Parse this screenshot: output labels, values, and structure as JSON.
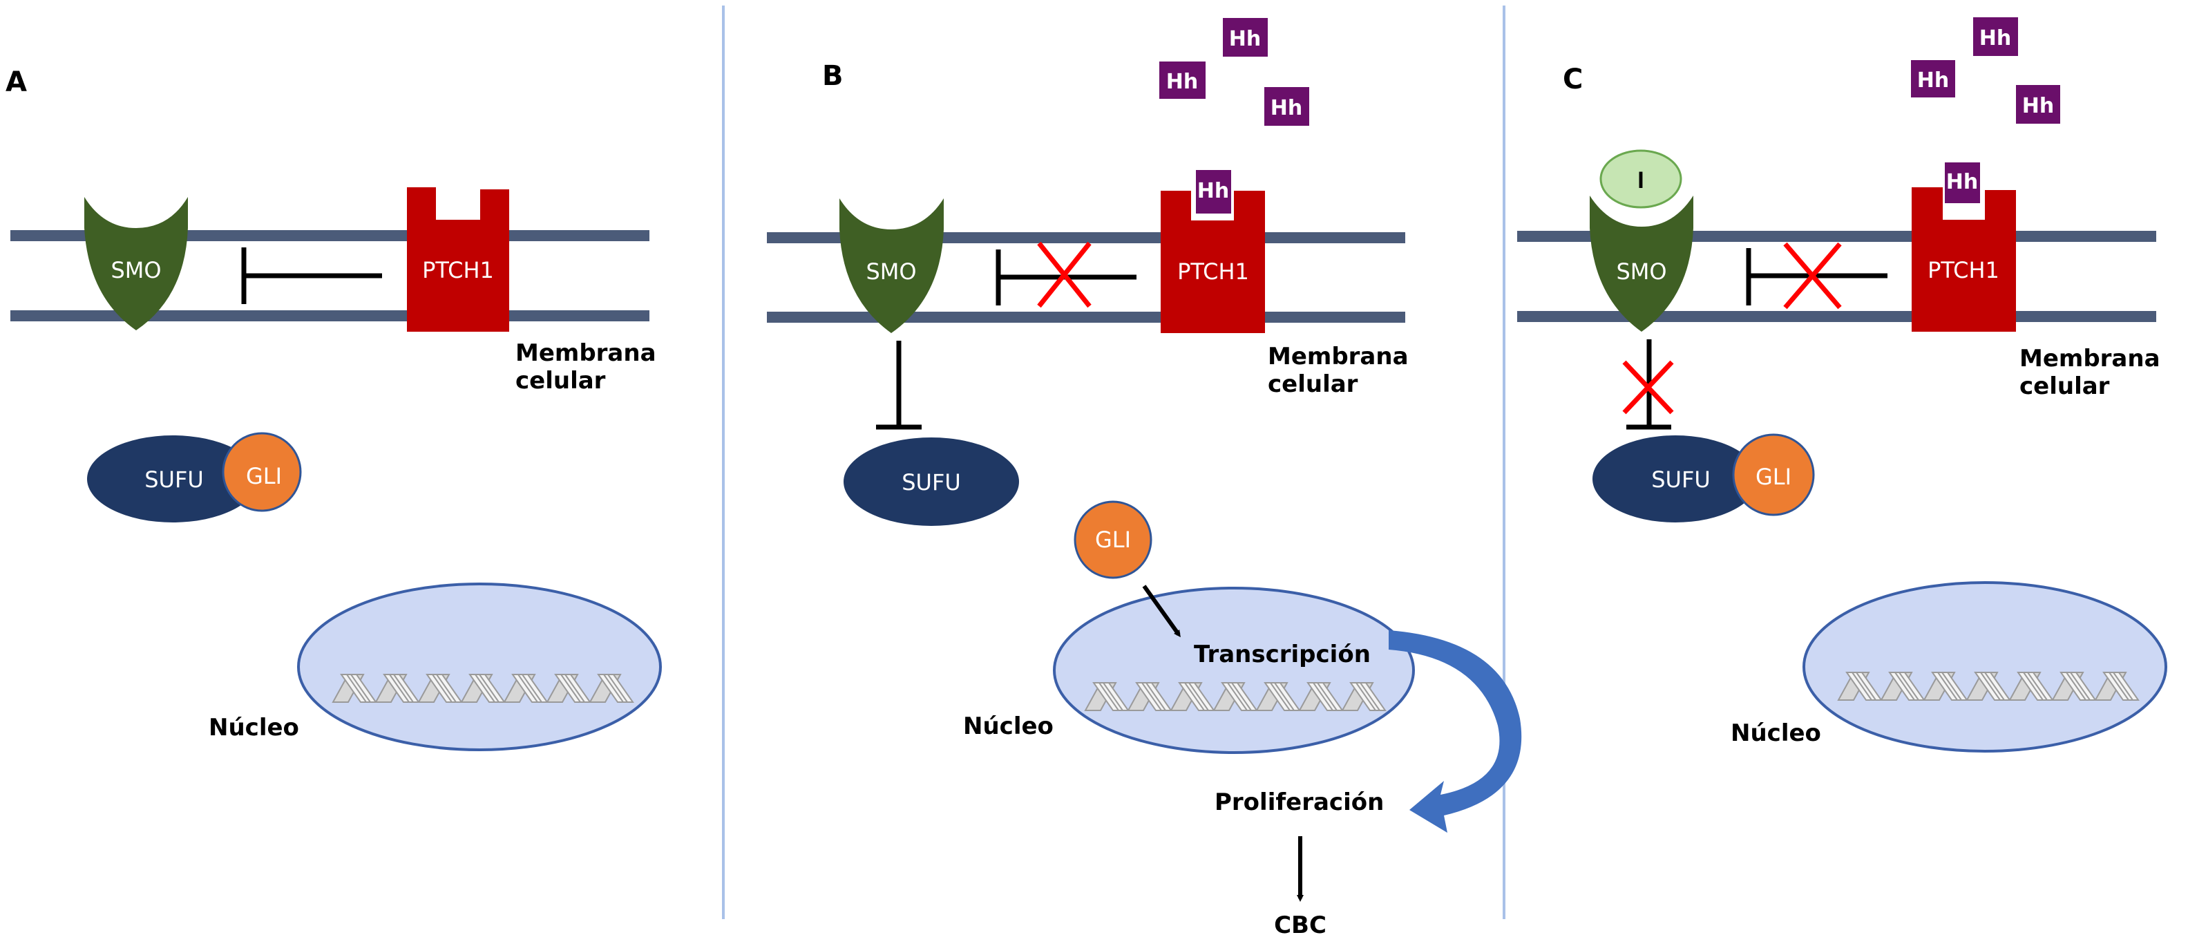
{
  "colors": {
    "membrane": "#4b5b79",
    "smo": "#3f5f24",
    "ptch1": "#c00000",
    "hh": "#6a0f6a",
    "sufu": "#1f3864",
    "gli": "#ed7d31",
    "nucleus_fill": "#cdd8f4",
    "nucleus_stroke": "#3b5fa8",
    "inhibitor_bubble": "#c6e5b3",
    "block_x": "#ff0000",
    "curved_arrow": "#3f6fbf",
    "divider": "#a9c1e8"
  },
  "panels": [
    {
      "letter": "A",
      "smo_label": "SMO",
      "ptch1_label": "PTCH1",
      "membrane_label_line1": "Membrana",
      "membrane_label_line2": "celular",
      "sufu_label": "SUFU",
      "gli_label": "GLI",
      "nucleus_label": "Núcleo"
    },
    {
      "letter": "B",
      "smo_label": "SMO",
      "ptch1_label": "PTCH1",
      "hh_label": "Hh",
      "membrane_label_line1": "Membrana",
      "membrane_label_line2": "celular",
      "sufu_label": "SUFU",
      "gli_label": "GLI",
      "nucleus_label": "Núcleo",
      "transcription_label": "Transcripción",
      "proliferation_label": "Proliferación",
      "outcome_label": "CBC"
    },
    {
      "letter": "C",
      "smo_label": "SMO",
      "ptch1_label": "PTCH1",
      "hh_label": "Hh",
      "inhibitor_label": "I",
      "membrane_label_line1": "Membrana",
      "membrane_label_line2": "celular",
      "sufu_label": "SUFU",
      "gli_label": "GLI",
      "nucleus_label": "Núcleo"
    }
  ]
}
